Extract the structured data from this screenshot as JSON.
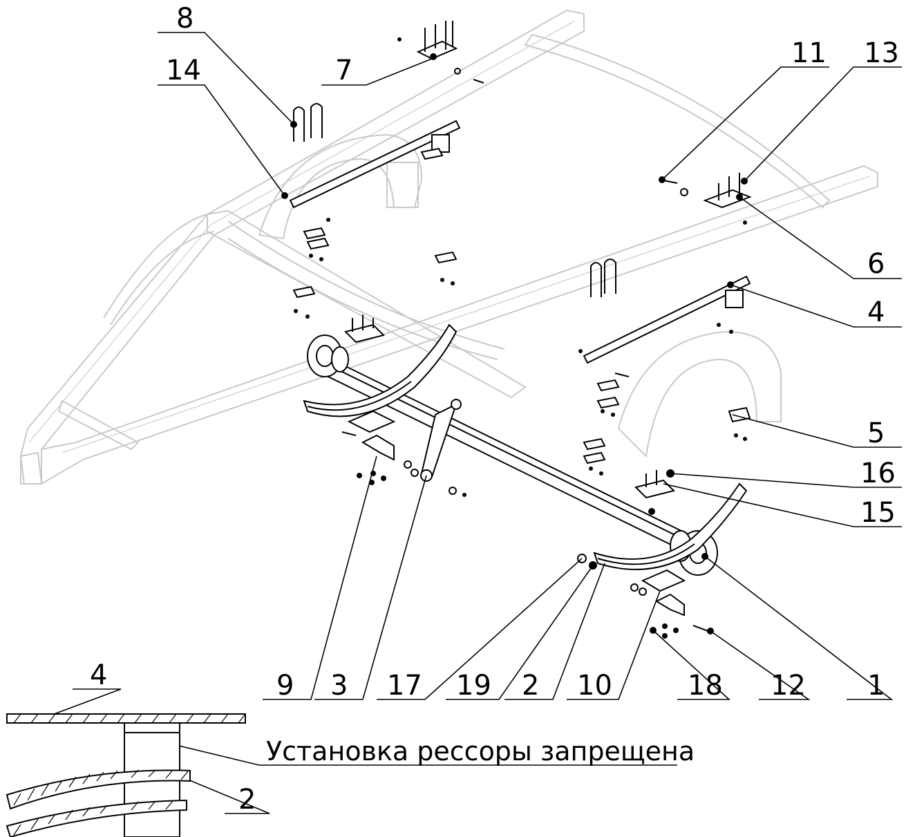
{
  "callouts": [
    {
      "id": "8",
      "label": "8"
    },
    {
      "id": "14",
      "label": "14"
    },
    {
      "id": "7",
      "label": "7"
    },
    {
      "id": "11",
      "label": "11"
    },
    {
      "id": "13",
      "label": "13"
    },
    {
      "id": "6",
      "label": "6"
    },
    {
      "id": "4",
      "label": "4"
    },
    {
      "id": "5",
      "label": "5"
    },
    {
      "id": "16",
      "label": "16"
    },
    {
      "id": "15",
      "label": "15"
    },
    {
      "id": "9",
      "label": "9"
    },
    {
      "id": "3",
      "label": "3"
    },
    {
      "id": "17",
      "label": "17"
    },
    {
      "id": "19",
      "label": "19"
    },
    {
      "id": "2a",
      "label": "2"
    },
    {
      "id": "10",
      "label": "10"
    },
    {
      "id": "18",
      "label": "18"
    },
    {
      "id": "12",
      "label": "12"
    },
    {
      "id": "1",
      "label": "1"
    },
    {
      "id": "4b",
      "label": "4"
    },
    {
      "id": "2b",
      "label": "2"
    }
  ],
  "detail": {
    "note": "Установка рессоры запрещена"
  },
  "colors": {
    "frame": "#c9c9c9",
    "parts": "#000000",
    "background": "#ffffff"
  }
}
